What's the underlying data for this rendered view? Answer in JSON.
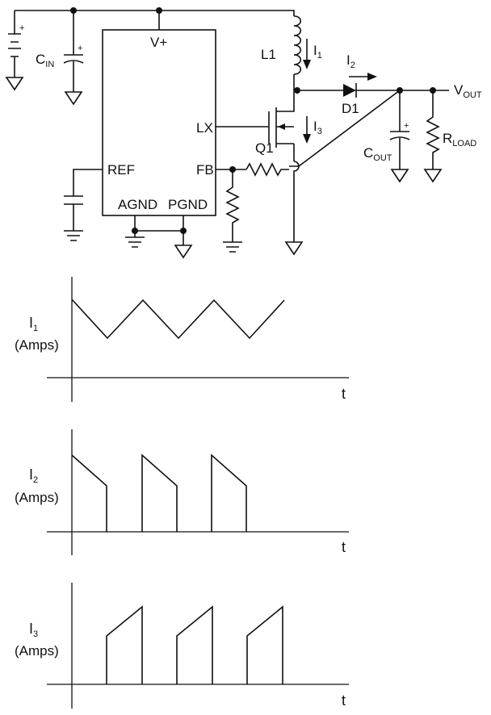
{
  "schematic": {
    "pins": {
      "vplus": "V+",
      "lx": "LX",
      "ref": "REF",
      "fb": "FB",
      "agnd": "AGND",
      "pgnd": "PGND"
    },
    "components": {
      "cin": {
        "main": "C",
        "sub": "IN"
      },
      "l1": "L1",
      "q1": "Q1",
      "d1": "D1",
      "cout": {
        "main": "C",
        "sub": "OUT"
      },
      "rload": {
        "main": "R",
        "sub": "LOAD"
      },
      "vout": {
        "main": "V",
        "sub": "OUT"
      }
    },
    "currents": {
      "i1": {
        "main": "I",
        "sub": "1"
      },
      "i2": {
        "main": "I",
        "sub": "2"
      },
      "i3": {
        "main": "I",
        "sub": "3"
      }
    },
    "polarity": "+"
  },
  "waveforms": [
    {
      "label": {
        "main": "I",
        "sub": "1"
      },
      "unit": "(Amps)",
      "time_axis": "t",
      "shape": "triangular"
    },
    {
      "label": {
        "main": "I",
        "sub": "2"
      },
      "unit": "(Amps)",
      "time_axis": "t",
      "shape": "decaying pulses"
    },
    {
      "label": {
        "main": "I",
        "sub": "3"
      },
      "unit": "(Amps)",
      "time_axis": "t",
      "shape": "rising pulses"
    }
  ]
}
